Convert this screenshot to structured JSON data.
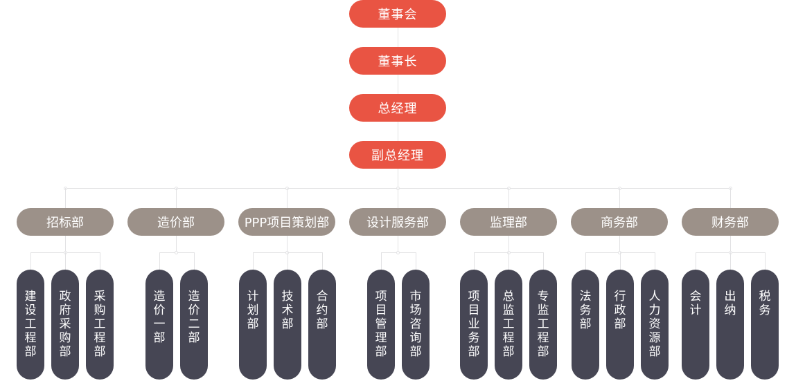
{
  "colors": {
    "executive": "#e95443",
    "department": "#9c9189",
    "sub_department": "#464654",
    "connector": "#e2e2e4"
  },
  "executives": [
    {
      "label": "董事会"
    },
    {
      "label": "董事长"
    },
    {
      "label": "总经理"
    },
    {
      "label": "副总经理"
    }
  ],
  "departments": [
    {
      "label": "招标部",
      "subs": [
        "建设工程部",
        "政府采购部",
        "采购工程部"
      ]
    },
    {
      "label": "造价部",
      "subs": [
        "造价一部",
        "造价二部"
      ]
    },
    {
      "label": "PPP项目策划部",
      "subs": [
        "计划部",
        "技术部",
        "合约部"
      ]
    },
    {
      "label": "设计服务部",
      "subs": [
        "项目管理部",
        "市场咨询部"
      ]
    },
    {
      "label": "监理部",
      "subs": [
        "项目业务部",
        "总监工程部",
        "专监工程部"
      ]
    },
    {
      "label": "商务部",
      "subs": [
        "法务部",
        "行政部",
        "人力资源部"
      ]
    },
    {
      "label": "财务部",
      "subs": [
        "会计",
        "出纳",
        "税务"
      ]
    }
  ]
}
